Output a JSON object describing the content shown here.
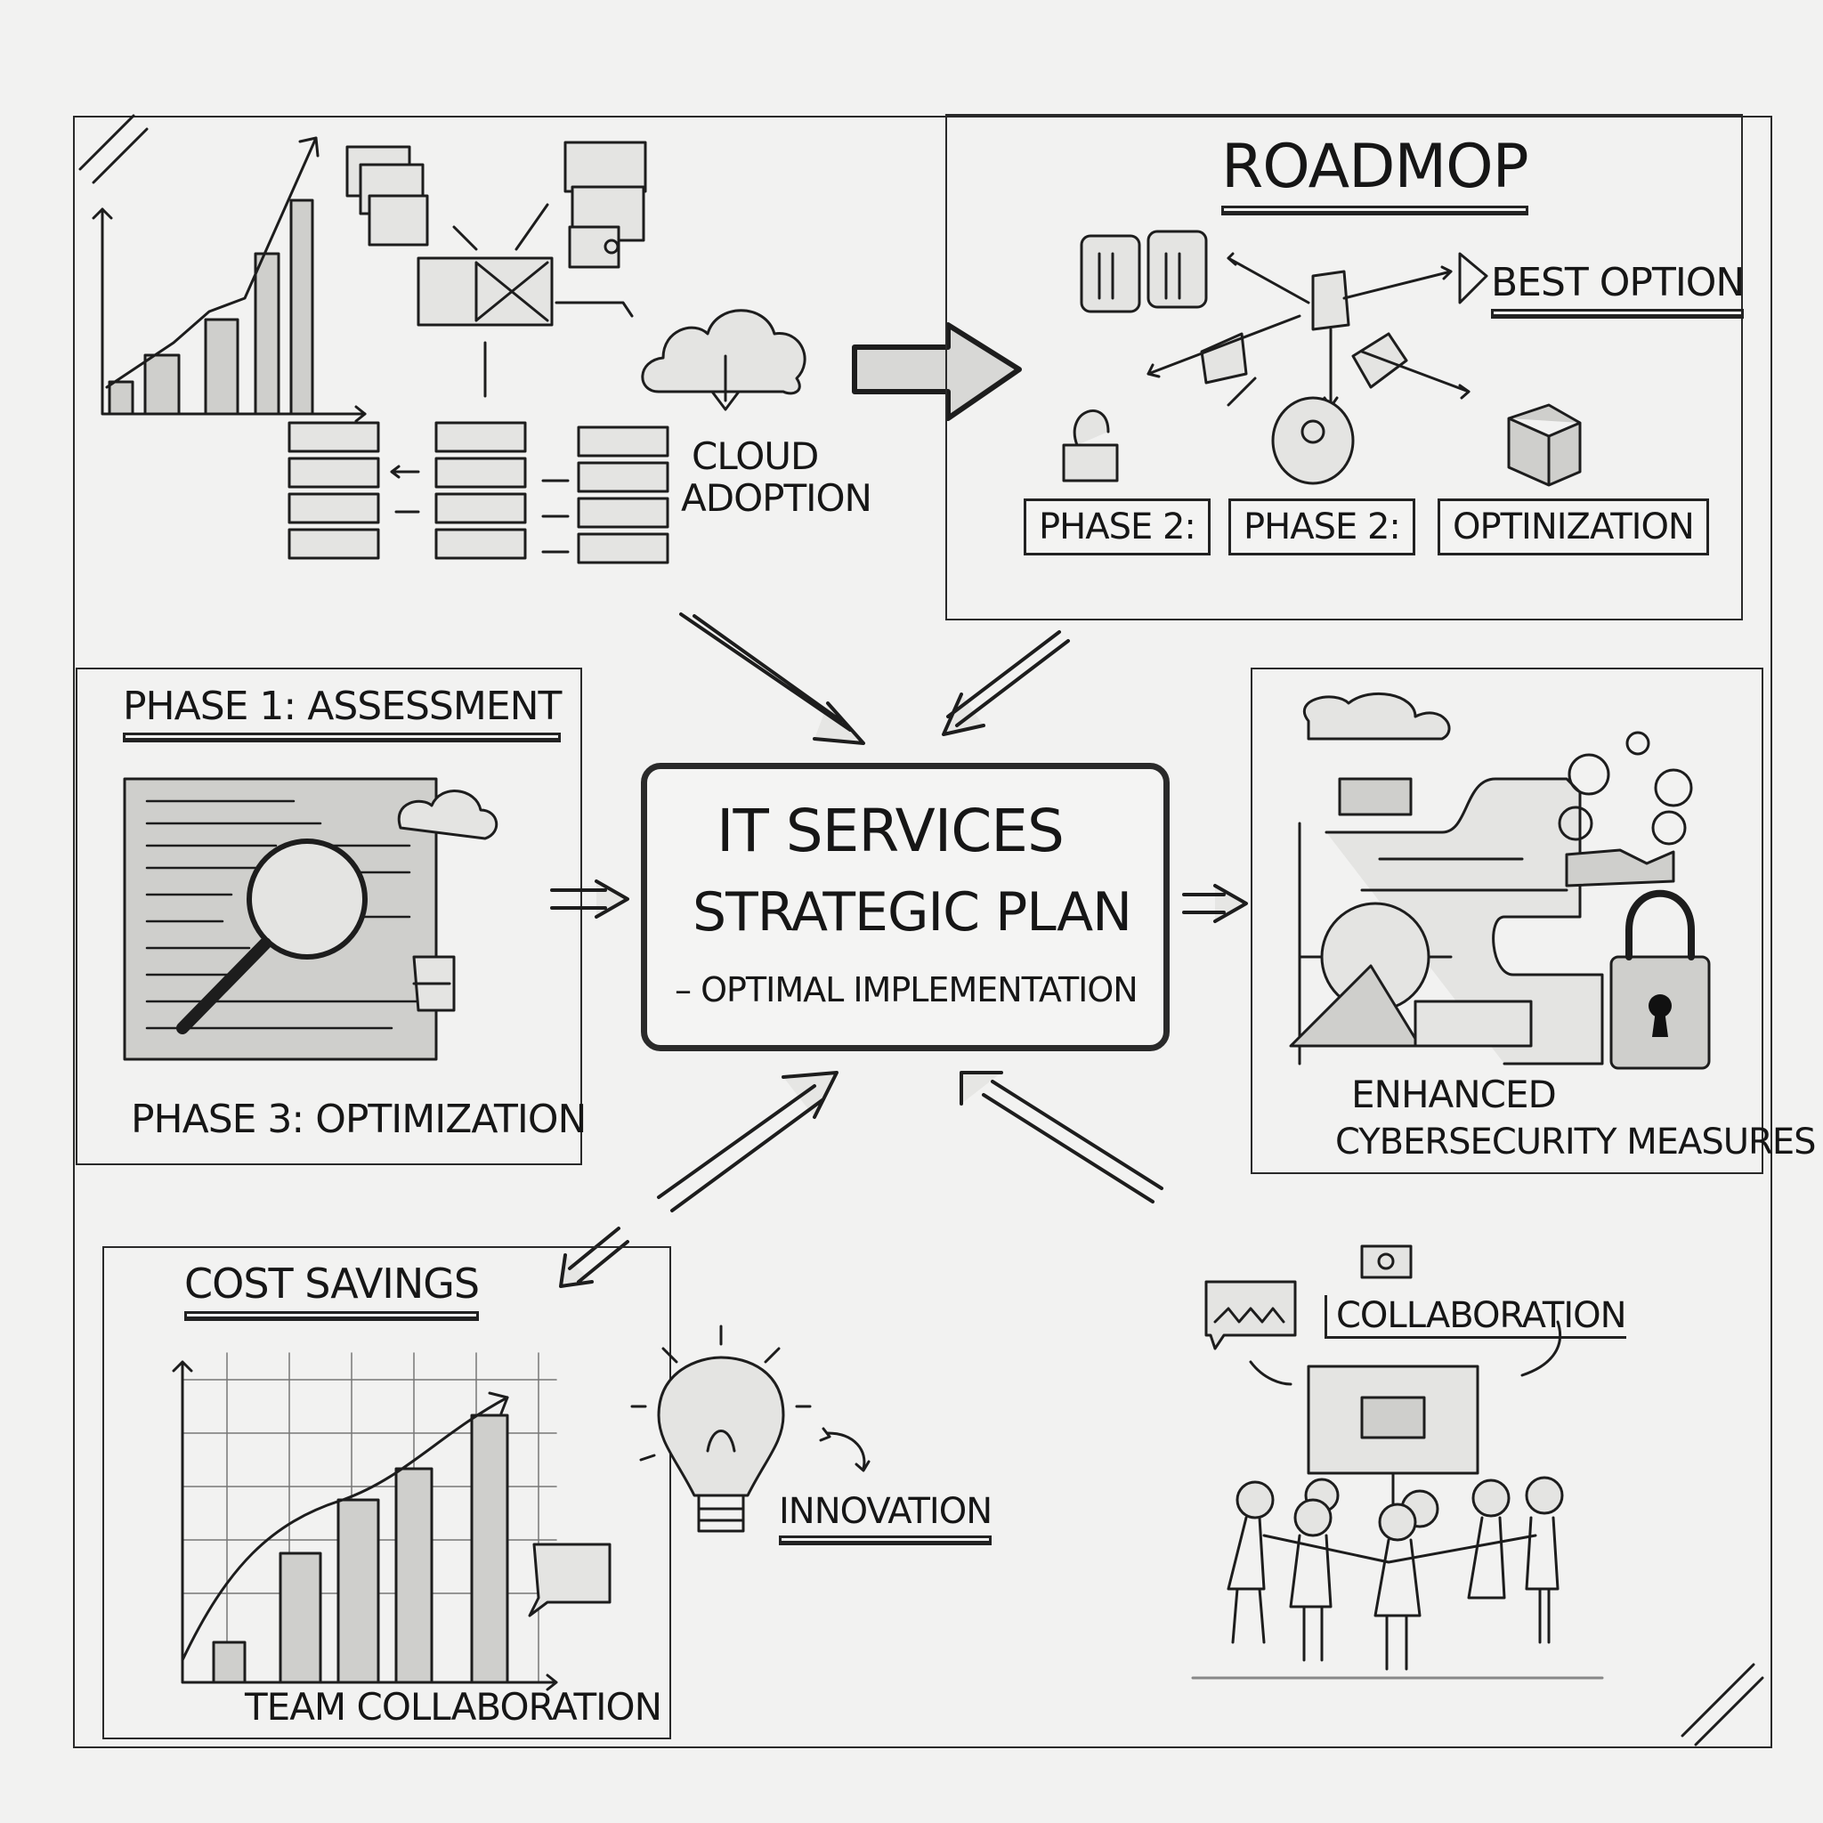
{
  "top_left": {
    "cloud_label_1": "Cloud",
    "cloud_label_2": "Adoption"
  },
  "roadmap": {
    "title": "Roadmop",
    "best_option": "Best option",
    "phases": [
      "Phase 2:",
      "Phase 2:",
      "Optinization"
    ]
  },
  "assessment": {
    "title": "Phase 1: Assessment",
    "footer": "Phase 3: Optimization"
  },
  "center": {
    "line1": "IT Services",
    "line2": "Strategic Plan",
    "line3": "– Optimal Implementation"
  },
  "cybersecurity": {
    "line1": "Enhanced",
    "line2": "Cybersecurity Measures"
  },
  "cost": {
    "title": "Cost Savings",
    "footer": "Team Collaboration"
  },
  "innovation": {
    "label": "Innovation"
  },
  "collaboration": {
    "label": "Collaboration"
  },
  "colors": {
    "ink": "#1d1d1d",
    "paper": "#f2f2f1"
  }
}
